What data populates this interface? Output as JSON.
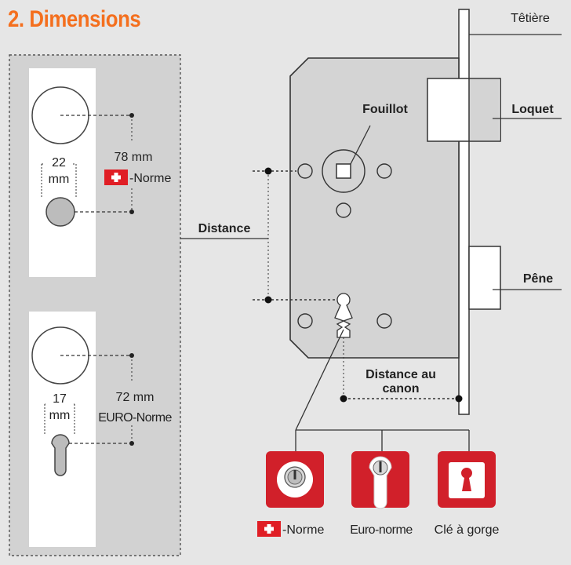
{
  "title": "2. Dimensions",
  "left_panel": {
    "top": {
      "measure": "22",
      "measure_unit": "mm",
      "distance": "78 mm",
      "norm_label": "-Norme"
    },
    "bottom": {
      "measure": "17",
      "measure_unit": "mm",
      "distance": "72 mm",
      "norm_label": "EURO-Norme"
    },
    "distance_label": "Distance"
  },
  "lock": {
    "tetiere": "Têtière",
    "fouillot": "Fouillot",
    "loquet": "Loquet",
    "pene": "Pêne",
    "distance_canon_line1": "Distance au",
    "distance_canon_line2": "canon"
  },
  "key_types": [
    {
      "label": "-Norme",
      "icon": "swiss-cylinder-icon"
    },
    {
      "label": "Euro-norme",
      "icon": "euro-cylinder-icon"
    },
    {
      "label": "Clé à gorge",
      "icon": "keyhole-icon"
    }
  ],
  "colors": {
    "title": "#f46f1e",
    "key_tile": "#d1202a",
    "swiss_flag": "#e01e25",
    "panel": "#d2d2d2",
    "plate": "#ffffff"
  }
}
